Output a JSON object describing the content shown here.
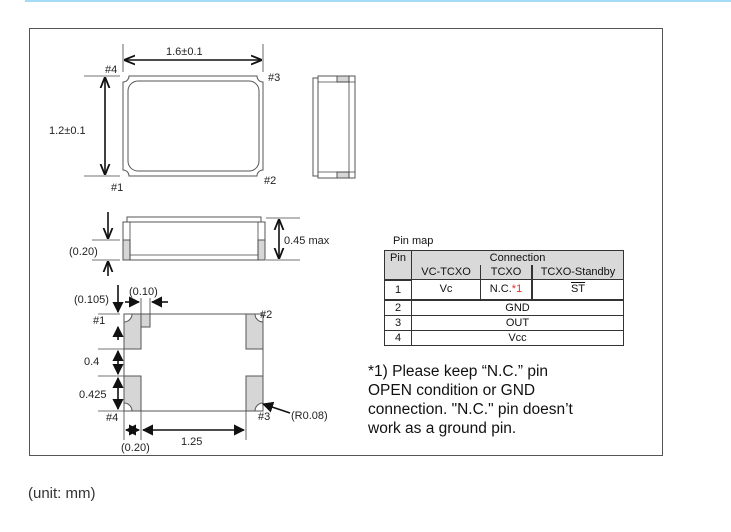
{
  "top_view": {
    "width_dim": "1.6±0.1",
    "height_dim": "1.2±0.1",
    "pins": [
      "#1",
      "#2",
      "#3",
      "#4"
    ]
  },
  "front_view": {
    "height_dim": "0.45 max",
    "terminal_dim": "(0.20)"
  },
  "footprint": {
    "pins": [
      "#1",
      "#2",
      "#3",
      "#4"
    ],
    "dim_0105": "(0.105)",
    "dim_010": "(0.10)",
    "dim_04": "0.4",
    "dim_0425": "0.425",
    "dim_020": "(0.20)",
    "dim_125": "1.25",
    "radius": "(R0.08)"
  },
  "pin_map": {
    "title": "Pin map",
    "headers": {
      "pin": "Pin",
      "connection": "Connection",
      "sub": [
        "VC-TCXO",
        "TCXO",
        "TCXO-Standby"
      ]
    },
    "rows": [
      {
        "pin": "1",
        "vc_tcxo": "Vc",
        "tcxo": "N.C.",
        "tcxo_note": "*1",
        "standby": "ST"
      },
      {
        "pin": "2",
        "all": "GND"
      },
      {
        "pin": "3",
        "all": "OUT"
      },
      {
        "pin": "4",
        "all": "Vcc"
      }
    ]
  },
  "footnote": [
    "*1) Please keep “N.C.” pin",
    "OPEN condition or GND",
    "connection. \"N.C.\" pin doesn’t",
    "work as a ground pin."
  ],
  "unit_note": "(unit: mm)",
  "colors": {
    "pad": "#d6d6d6",
    "note_red": "#e0322a",
    "top_rule": "#a3dcf7"
  }
}
